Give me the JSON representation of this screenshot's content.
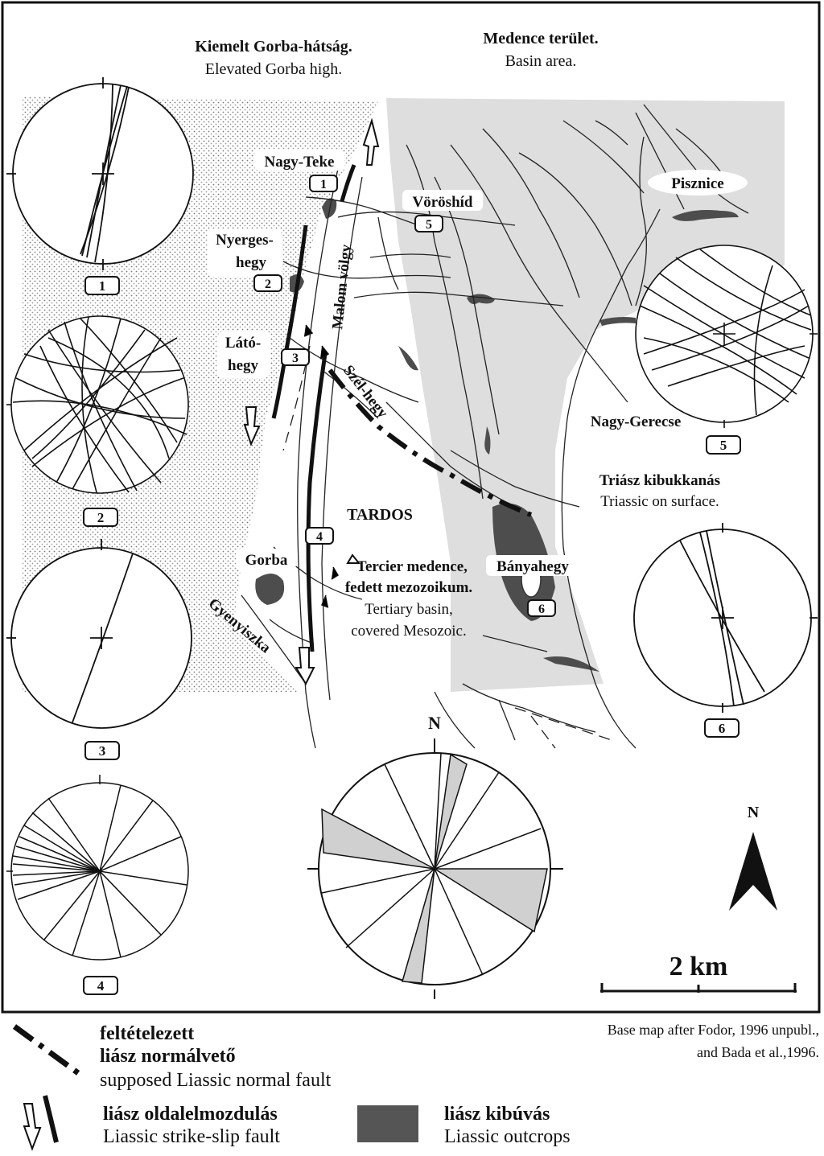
{
  "regions": {
    "gorba_high": {
      "hu": "Kiemelt Gorba-hátság.",
      "en": "Elevated Gorba high."
    },
    "basin": {
      "hu": "Medence terület.",
      "en": "Basin area."
    },
    "triassic": {
      "hu": "Triász kibukkanás",
      "en": "Triassic on surface."
    },
    "tertiary": {
      "hu1": "Tercier medence,",
      "hu2": "fedett mezozoikum.",
      "en1": "Tertiary basin,",
      "en2": "covered Mesozoic."
    }
  },
  "places": {
    "nagy_teke": "Nagy-Teke",
    "voroshid": "Vöröshíd",
    "pisznice": "Pisznice",
    "nyerges1": "Nyerges-",
    "nyerges2": "hegy",
    "malom": "Malom völgy",
    "lato1": "Látó-",
    "lato2": "hegy",
    "szelhegy": "Szél-hegy",
    "nagy_gerecse": "Nagy-Gerecse",
    "tardos": "TARDOS",
    "gorba": "Gorba",
    "banyahegy": "Bányahegy",
    "gyenyiszka": "Gyenyiszka"
  },
  "site_numbers": [
    "1",
    "2",
    "3",
    "4",
    "5",
    "6"
  ],
  "north": "N",
  "rose_north": "N",
  "scale": "2 km",
  "credit": {
    "line1": "Base map after Fodor, 1996 unpubl.,",
    "line2": "and Bada et al.,1996."
  },
  "legend": {
    "normal_fault": {
      "hu1": "feltételezett",
      "hu2": "liász normálvető",
      "en": "supposed Liassic normal fault"
    },
    "strike_slip": {
      "hu": "liász oldalelmozdulás",
      "en": "Liassic strike-slip fault"
    },
    "outcrops": {
      "hu": "liász kibúvás",
      "en": "Liassic outcrops"
    }
  }
}
